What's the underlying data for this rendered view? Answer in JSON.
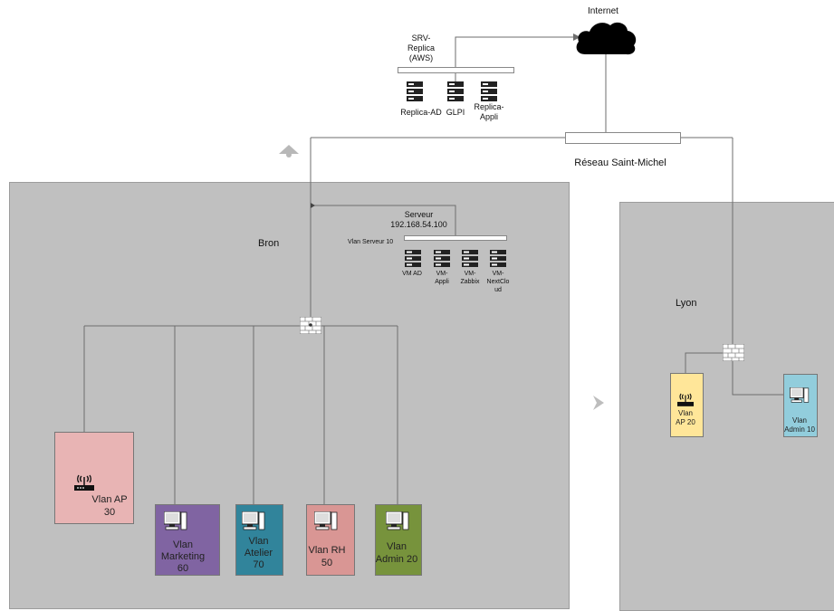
{
  "colors": {
    "zone": "#c0c0c0",
    "vlan_ap_bron": "#e8b4b4",
    "vlan_marketing": "#8064a2",
    "vlan_atelier": "#31849b",
    "vlan_rh": "#d99694",
    "vlan_admin_bron": "#77933c",
    "vlan_ap_lyon": "#ffe699",
    "vlan_admin_lyon": "#92cddc"
  },
  "internet": {
    "label": "Internet",
    "icon": "cloud-icon"
  },
  "srv_replica": {
    "title_line1": "SRV-",
    "title_line2": "Replica",
    "title_line3": "(AWS)",
    "servers": [
      {
        "line1": "Replica-AD",
        "line2": ""
      },
      {
        "line1": "GLPI",
        "line2": ""
      },
      {
        "line1": "Replica-",
        "line2": "Appli"
      }
    ]
  },
  "reseau": {
    "label": "Réseau Saint-Michel"
  },
  "bron": {
    "label": "Bron",
    "server": {
      "title": "Serveur",
      "ip": "192.168.54.100",
      "vlan_label": "Vlan Serveur 10",
      "vms": [
        {
          "line1": "VM AD",
          "line2": "",
          "line3": ""
        },
        {
          "line1": "VM-",
          "line2": "Appli",
          "line3": ""
        },
        {
          "line1": "VM-",
          "line2": "Zabbix",
          "line3": ""
        },
        {
          "line1": "VM-",
          "line2": "NextClo",
          "line3": "ud"
        }
      ]
    },
    "vlans": {
      "ap": {
        "line1": "Vlan AP",
        "line2": "30"
      },
      "marketing": {
        "line1": "Vlan",
        "line2": "Marketing",
        "line3": "60"
      },
      "atelier": {
        "line1": "Vlan",
        "line2": "Atelier",
        "line3": "70"
      },
      "rh": {
        "line1": "Vlan RH",
        "line2": "50"
      },
      "admin": {
        "line1": "Vlan",
        "line2": "Admin 20"
      }
    }
  },
  "lyon": {
    "label": "Lyon",
    "vlans": {
      "ap": {
        "line1": "Vlan",
        "line2": "AP 20"
      },
      "admin": {
        "line1": "Vlan",
        "line2": "Admin 10"
      }
    }
  }
}
